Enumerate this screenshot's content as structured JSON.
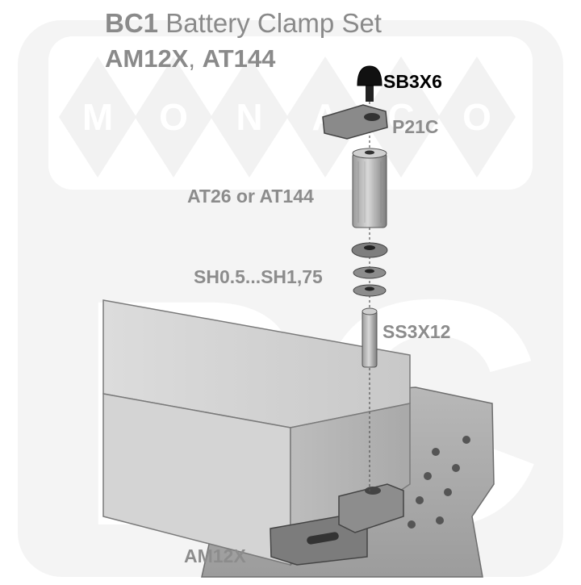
{
  "title": {
    "product_code": "BC1",
    "product_name": "Battery Clamp Set",
    "models_part1": "AM12X",
    "models_sep": ", ",
    "models_part2": "AT144"
  },
  "watermark": {
    "letters": [
      "M",
      "O",
      "N",
      "A",
      "C",
      "O"
    ],
    "big_letters": "RC"
  },
  "part_labels": {
    "screw": "SB3X6",
    "clamp": "P21C",
    "spacer": "AT26 or AT144",
    "shims": "SH0.5...SH1,75",
    "stud": "SS3X12",
    "mount": "AM12X"
  },
  "colors": {
    "title_gray": "#8a8a8a",
    "label_gray": "#8c8c8c",
    "label_dark": "#000000",
    "watermark_fill": "#f2f2f2"
  }
}
